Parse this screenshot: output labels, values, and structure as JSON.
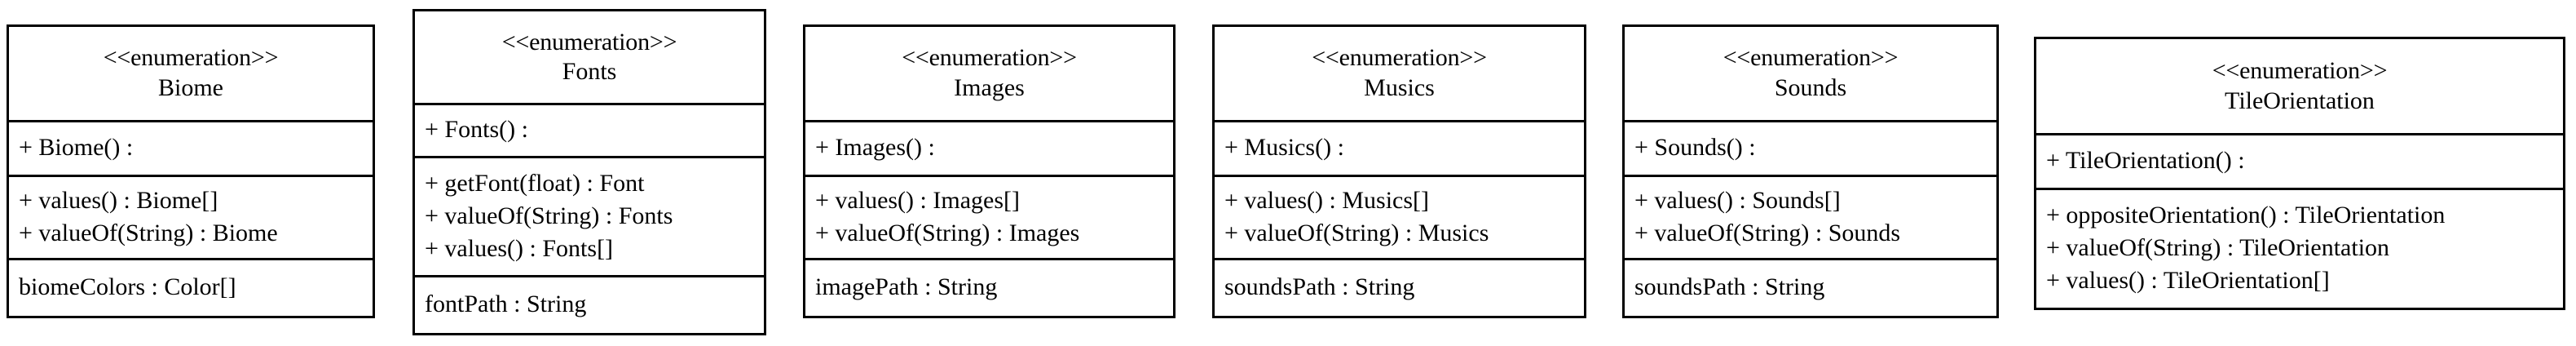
{
  "diagram": {
    "type": "uml-class-diagram",
    "background_color": "#ffffff",
    "line_color": "#000000",
    "text_color": "#000000",
    "stereotype_label": "<<enumeration>>",
    "classes": [
      {
        "name": "Biome",
        "stereotype": "<<enumeration>>",
        "constructors": [
          "+ Biome() :"
        ],
        "methods": [
          "+ values() : Biome[]",
          "+ valueOf(String) : Biome"
        ],
        "fields": [
          "biomeColors : Color[]"
        ]
      },
      {
        "name": "Fonts",
        "stereotype": "<<enumeration>>",
        "constructors": [
          "+ Fonts() :"
        ],
        "methods": [
          "+ getFont(float) : Font",
          "+ valueOf(String) : Fonts",
          "+ values() : Fonts[]"
        ],
        "fields": [
          "fontPath : String"
        ]
      },
      {
        "name": "Images",
        "stereotype": "<<enumeration>>",
        "constructors": [
          "+ Images() :"
        ],
        "methods": [
          "+ values() : Images[]",
          "+ valueOf(String) : Images"
        ],
        "fields": [
          "imagePath : String"
        ]
      },
      {
        "name": "Musics",
        "stereotype": "<<enumeration>>",
        "constructors": [
          "+ Musics() :"
        ],
        "methods": [
          "+ values() : Musics[]",
          "+ valueOf(String) : Musics"
        ],
        "fields": [
          "soundsPath : String"
        ]
      },
      {
        "name": "Sounds",
        "stereotype": "<<enumeration>>",
        "constructors": [
          "+ Sounds() :"
        ],
        "methods": [
          "+ values() : Sounds[]",
          "+ valueOf(String) : Sounds"
        ],
        "fields": [
          "soundsPath : String"
        ]
      },
      {
        "name": "TileOrientation",
        "stereotype": "<<enumeration>>",
        "constructors": [
          "+ TileOrientation() :"
        ],
        "methods": [
          "+ oppositeOrientation() : TileOrientation",
          "+ valueOf(String) : TileOrientation",
          "+ values() : TileOrientation[]"
        ],
        "fields": []
      }
    ]
  }
}
